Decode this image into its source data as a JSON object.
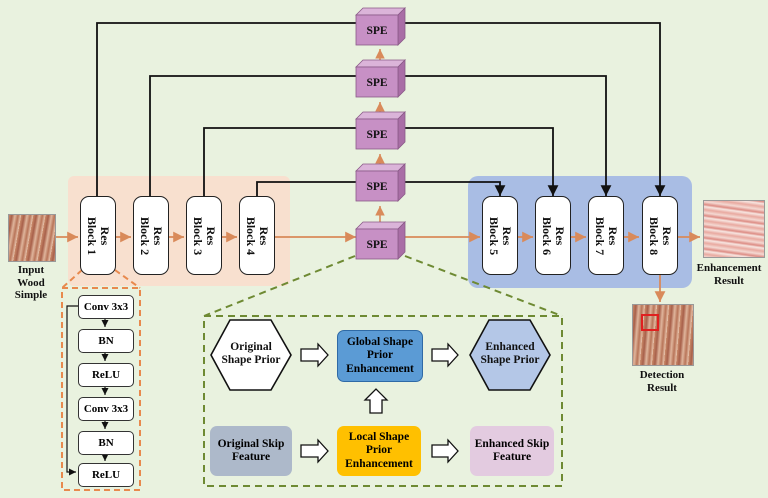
{
  "colors": {
    "background": "#e9f2df",
    "encoder_region": "#f8e0cf",
    "decoder_region": "#a9bde4",
    "arrow": "#d98a5a",
    "dashed_border": "#6e8a33",
    "spe_block": "#c790c5",
    "global_box": "#5b9bd5",
    "local_box": "#ffc000",
    "original_skip_box": "#adb9ca",
    "enhanced_skip_box": "#e3cbe0",
    "enhanced_prior_hex": "#b4c7e7",
    "detection_box": "#e02020"
  },
  "input": {
    "label_lines": [
      "Input",
      "Wood",
      "Simple"
    ]
  },
  "encoder_blocks": [
    "Res\nBlock 1",
    "Res\nBlock 2",
    "Res\nBlock 3",
    "Res\nBlock 4"
  ],
  "decoder_blocks": [
    "Res\nBlock 5",
    "Res\nBlock 6",
    "Res\nBlock 7",
    "Res\nBlock 8"
  ],
  "spe_label": "SPE",
  "layer_stack": [
    "Conv 3x3",
    "BN",
    "ReLU",
    "Conv 3x3",
    "BN",
    "ReLU"
  ],
  "output": {
    "enhancement_label": "Enhancement\nResult",
    "detection_label": "Detection\nResult"
  },
  "spe_detail": {
    "original_shape_prior": "Original\nShape Prior",
    "global_enhancement": "Global Shape\nPrior\nEnhancement",
    "enhanced_shape_prior": "Enhanced\nShape Prior",
    "original_skip": "Original Skip\nFeature",
    "local_enhancement": "Local Shape\nPrior\nEnhancement",
    "enhanced_skip": "Enhanced Skip\nFeature"
  }
}
